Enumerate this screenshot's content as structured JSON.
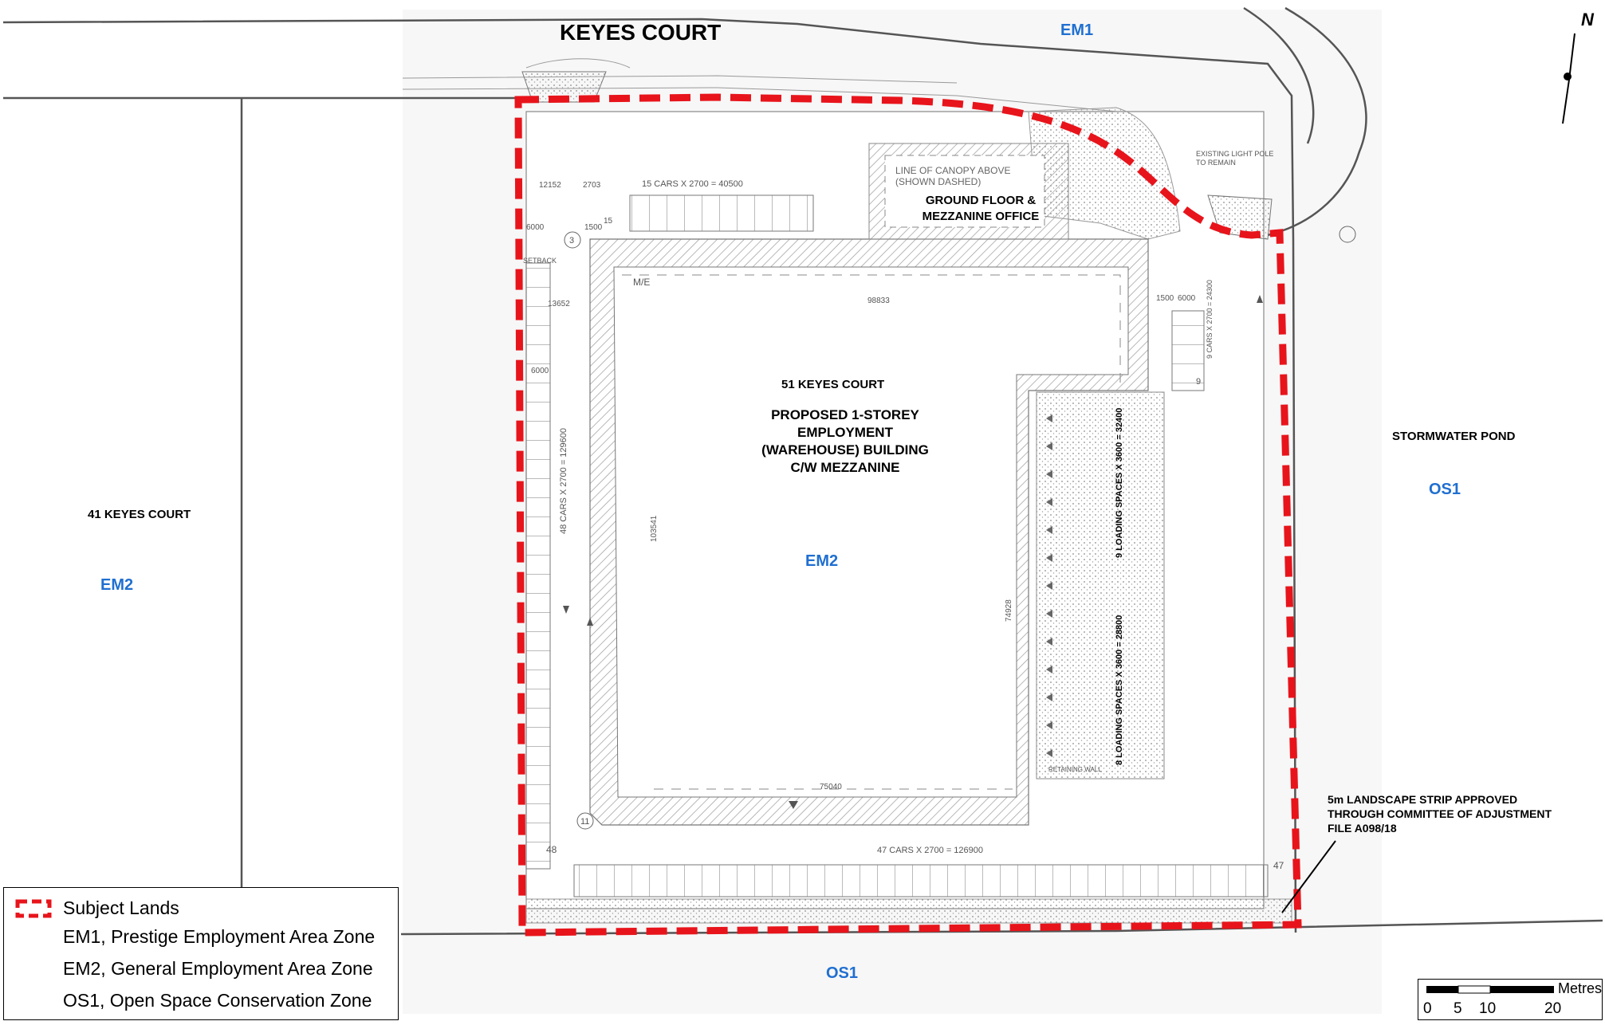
{
  "map": {
    "street_name": "KEYES COURT",
    "north_label": "N",
    "sites": {
      "subject": {
        "address": "51 KEYES COURT",
        "description_lines": [
          "PROPOSED 1-STOREY",
          "EMPLOYMENT",
          "(WAREHOUSE) BUILDING",
          "C/W MEZZANINE"
        ],
        "zone": "EM2"
      },
      "west": {
        "address": "41 KEYES COURT",
        "zone": "EM2"
      },
      "east": {
        "name": "STORMWATER POND",
        "zone": "OS1"
      },
      "north": {
        "zone": "EM1"
      },
      "south": {
        "zone": "OS1"
      }
    },
    "office_label_lines": [
      "GROUND FLOOR &",
      "MEZZANINE OFFICE"
    ],
    "canopy_label_lines": [
      "LINE OF CANOPY ABOVE",
      "(SHOWN DASHED)"
    ],
    "landscape_note_lines": [
      "5m LANDSCAPE STRIP APPROVED",
      "THROUGH COMMITTEE OF ADJUSTMENT",
      "FILE A098/18"
    ],
    "parking_labels": {
      "north_row": "15 CARS X 2700 = 40500",
      "west_row": "48 CARS X 2700 = 129600",
      "south_row": "47 CARS X 2700 = 126900",
      "east_small": "9 CARS X 2700 = 24300",
      "loading_upper": "9 LOADING SPACES X 3600 = 32400",
      "loading_lower": "8 LOADING SPACES X 3600 = 28800"
    },
    "dimensions": {
      "top_width": "98833",
      "bottom_width": "75040",
      "left_height": "103541",
      "right_height": "74928",
      "d1": "12152",
      "d2": "2703",
      "d3": "6000",
      "d4": "1500",
      "d5": "15",
      "d6": "13652",
      "d7": "6000",
      "d8": "1500",
      "d9": "6000",
      "d10": "9",
      "d11": "48",
      "d12": "47",
      "d13": "11",
      "d14": "3"
    },
    "small_notes": {
      "setback": "SETBACK",
      "me": "M/E",
      "light_pole_lines": [
        "EXISTING LIGHT POLE",
        "TO REMAIN"
      ],
      "retaining_wall": "RETAINING WALL"
    }
  },
  "legend": {
    "items": [
      {
        "label": "Subject Lands"
      },
      {
        "label": "EM1, Prestige Employment Area Zone"
      },
      {
        "label": "EM2, General Employment Area Zone"
      },
      {
        "label": "OS1, Open Space Conservation Zone"
      }
    ]
  },
  "scale_bar": {
    "unit": "Metres",
    "ticks": [
      "0",
      "5",
      "10",
      "20"
    ]
  },
  "colors": {
    "subject_boundary": "#e8141b",
    "zone_text": "#1f6fd1",
    "zone_lines": "#555555"
  }
}
